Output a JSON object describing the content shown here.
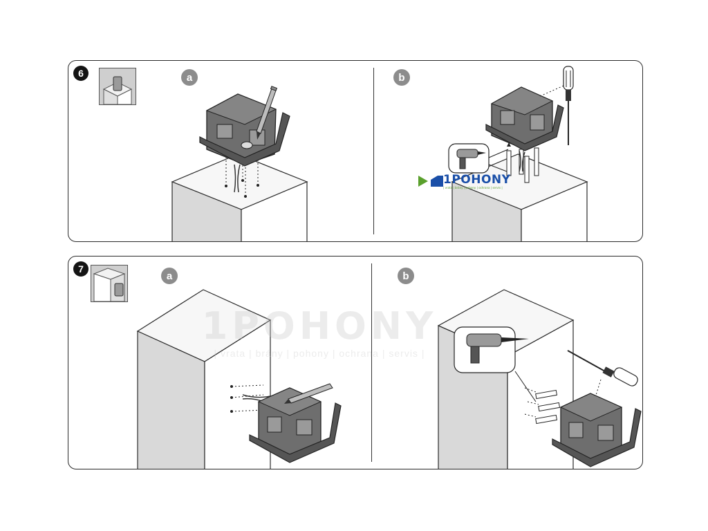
{
  "steps": [
    {
      "number": "6",
      "panels": [
        {
          "label": "a"
        },
        {
          "label": "b"
        }
      ]
    },
    {
      "number": "7",
      "panels": [
        {
          "label": "a"
        },
        {
          "label": "b"
        }
      ]
    }
  ],
  "watermark": {
    "brand": "1POHONY",
    "tagline": "| vrata | brány | pohony | ochrana | servis |"
  },
  "colors": {
    "outline": "#2a2a2a",
    "badge_step": "#141414",
    "badge_sub": "#8c8c8c",
    "bracket": "#6e6e6e",
    "pillar_face": "#d9d9d9",
    "logo_blue": "#1a4fa8",
    "logo_green": "#5aa02c"
  }
}
